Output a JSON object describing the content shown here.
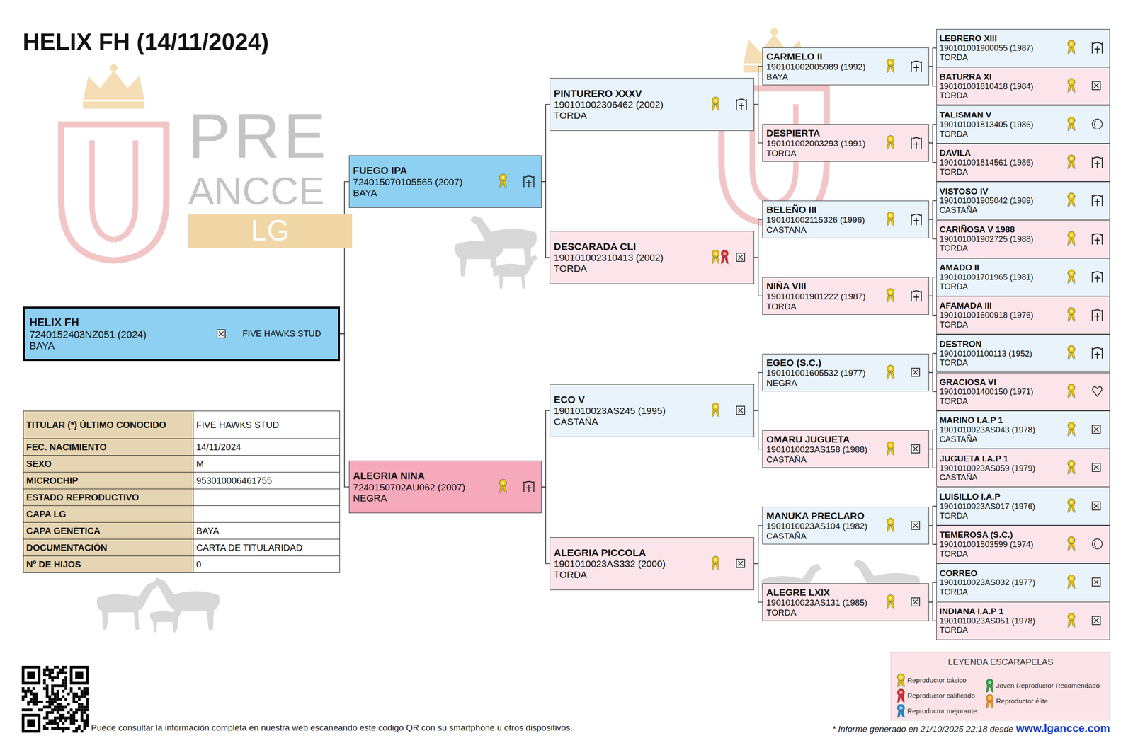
{
  "diagram": {
    "title": "HELIX FH (14/11/2024)",
    "nodes": [
      {
        "text": [
          "HELIX FH",
          "7240152403NZ051 (2024)",
          "BAYA",
          "FIVE HAWKS STUD"
        ]
      },
      {
        "text": [
          "FUEGO IPA",
          "724015070105565 (2007)",
          "BAYA"
        ]
      },
      {
        "text": [
          "ALEGRIA NINA",
          "7240150702AU062 (2007)",
          "NEGRA"
        ]
      },
      {
        "text": [
          "PINTURERO XXXV",
          "190101002306462 (2002)",
          "TORDA"
        ]
      },
      {
        "text": [
          "DESCARADA CLI",
          "190101002310413 (2002)",
          "TORDA"
        ]
      },
      {
        "text": [
          "ECO V",
          "1901010023AS245 (1995)",
          "CASTAÑA"
        ]
      },
      {
        "text": [
          "ALEGRIA PICCOLA",
          "1901010023AS332 (2000)",
          "TORDA"
        ]
      },
      {
        "text": [
          "CARMELO II",
          "190101002005989 (1992)",
          "BAYA"
        ]
      },
      {
        "text": [
          "DESPIERTA",
          "190101002003293 (1991)",
          "TORDA"
        ]
      },
      {
        "text": [
          "BELEÑO III",
          "190101002115326 (1996)",
          "CASTAÑA"
        ]
      },
      {
        "text": [
          "NIÑA VIII",
          "190101001901222 (1987)",
          "TORDA"
        ]
      },
      {
        "text": [
          "EGEO (S.C.)",
          "190101001605532 (1977)",
          "NEGRA"
        ]
      },
      {
        "text": [
          "OMARU JUGUETA",
          "1901010023AS158 (1988)",
          "CASTAÑA"
        ]
      },
      {
        "text": [
          "MANUKA PRECLARO",
          "1901010023AS104 (1982)",
          "CASTAÑA"
        ]
      },
      {
        "text": [
          "ALEGRE LXIX",
          "1901010023AS131 (1985)",
          "TORDA"
        ]
      },
      {
        "text": [
          "LEBRERO XIII",
          "190101001900055 (1987)",
          "TORDA"
        ]
      },
      {
        "text": [
          "BATURRA XI",
          "190101001810418 (1984)",
          "TORDA"
        ]
      },
      {
        "text": [
          "TALISMAN V",
          "190101001813405 (1986)",
          "TORDA"
        ]
      },
      {
        "text": [
          "DAVILA",
          "190101001814561 (1986)",
          "TORDA"
        ]
      },
      {
        "text": [
          "VISTOSO IV",
          "190101001905042 (1989)",
          "CASTAÑA"
        ]
      },
      {
        "text": [
          "CARIÑOSA V 1988",
          "190101001902725 (1988)",
          "TORDA"
        ]
      },
      {
        "text": [
          "AMADO II",
          "190101001701965 (1981)",
          "TORDA"
        ]
      },
      {
        "text": [
          "AFAMADA III",
          "190101001600918 (1976)",
          "TORDA"
        ]
      },
      {
        "text": [
          "DESTRON",
          "190101001100113 (1952)",
          "TORDA"
        ]
      },
      {
        "text": [
          "GRACIOSA VI",
          "190101001400150 (1971)",
          "TORDA"
        ]
      },
      {
        "text": [
          "MARINO I.A.P 1",
          "1901010023AS043 (1978)",
          "CASTAÑA"
        ]
      },
      {
        "text": [
          "JUGUETA I.A.P 1",
          "1901010023AS059 (1979)",
          "CASTAÑA"
        ]
      },
      {
        "text": [
          "LUISILLO I.A.P",
          "1901010023AS017 (1976)",
          "TORDA"
        ]
      },
      {
        "text": [
          "TEMEROSA (S.C.)",
          "190101001503599 (1974)",
          "TORDA"
        ]
      },
      {
        "text": [
          "CORREO",
          "1901010023AS032 (1977)",
          "TORDA"
        ]
      },
      {
        "text": [
          "INDIANA I.A.P 1",
          "1901010023AS051 (1978)",
          "TORDA"
        ]
      }
    ],
    "edges": [
      {
        "from": 0,
        "to": 1,
        "arrow": "none"
      },
      {
        "from": 0,
        "to": 2,
        "arrow": "none"
      },
      {
        "from": 1,
        "to": 3,
        "arrow": "none"
      },
      {
        "from": 1,
        "to": 4,
        "arrow": "none"
      },
      {
        "from": 2,
        "to": 5,
        "arrow": "none"
      },
      {
        "from": 2,
        "to": 6,
        "arrow": "none"
      },
      {
        "from": 3,
        "to": 7,
        "arrow": "none"
      },
      {
        "from": 3,
        "to": 8,
        "arrow": "none"
      },
      {
        "from": 4,
        "to": 9,
        "arrow": "none"
      },
      {
        "from": 4,
        "to": 10,
        "arrow": "none"
      },
      {
        "from": 5,
        "to": 11,
        "arrow": "none"
      },
      {
        "from": 5,
        "to": 12,
        "arrow": "none"
      },
      {
        "from": 6,
        "to": 13,
        "arrow": "none"
      },
      {
        "from": 6,
        "to": 14,
        "arrow": "none"
      },
      {
        "from": 7,
        "to": 15,
        "arrow": "none"
      },
      {
        "from": 7,
        "to": 16,
        "arrow": "none"
      },
      {
        "from": 8,
        "to": 17,
        "arrow": "none"
      },
      {
        "from": 8,
        "to": 18,
        "arrow": "none"
      },
      {
        "from": 9,
        "to": 19,
        "arrow": "none"
      },
      {
        "from": 9,
        "to": 20,
        "arrow": "none"
      },
      {
        "from": 10,
        "to": 21,
        "arrow": "none"
      },
      {
        "from": 10,
        "to": 22,
        "arrow": "none"
      },
      {
        "from": 11,
        "to": 23,
        "arrow": "none"
      },
      {
        "from": 11,
        "to": 24,
        "arrow": "none"
      },
      {
        "from": 12,
        "to": 25,
        "arrow": "none"
      },
      {
        "from": 12,
        "to": 26,
        "arrow": "none"
      },
      {
        "from": 13,
        "to": 27,
        "arrow": "none"
      },
      {
        "from": 13,
        "to": 28,
        "arrow": "none"
      },
      {
        "from": 14,
        "to": 29,
        "arrow": "none"
      },
      {
        "from": 14,
        "to": 30,
        "arrow": "none"
      }
    ],
    "labels": [
      "PRE",
      "ANCCE",
      "LG",
      "TITULAR (*) ÚLTIMO CONOCIDO",
      "FIVE HAWKS STUD",
      "FEC. NACIMIENTO",
      "14/11/2024",
      "SEXO",
      "M",
      "MICROCHIP",
      "953010006461755",
      "ESTADO REPRODUCTIVO",
      "CAPA LG",
      "CAPA GENÉTICA",
      "BAYA",
      "DOCUMENTACIÓN",
      "CARTA DE TITULARIDAD",
      "Nº DE HIJOS",
      "0",
      "Puede consultar la información completa en nuestra web escaneando este código QR con su smartphone u otros dispositivos.",
      "* Informe generado en 21/10/2025 22:18 desde",
      "www.lgancce.com",
      "LEYENDA ESCARAPELAS"
    ],
    "legend": [
      {
        "text": "Reproductor básico",
        "color": "#e5c100"
      },
      {
        "text": "Reproductor calificado",
        "color": "#d8272d"
      },
      {
        "text": "Reproductor mejorante",
        "color": "#1f8ad0"
      },
      {
        "text": "Joven Reproductor Recomendado",
        "color": "#2e9e44"
      },
      {
        "text": "Reproductor élite",
        "color": "#f0961a"
      }
    ]
  }
}
